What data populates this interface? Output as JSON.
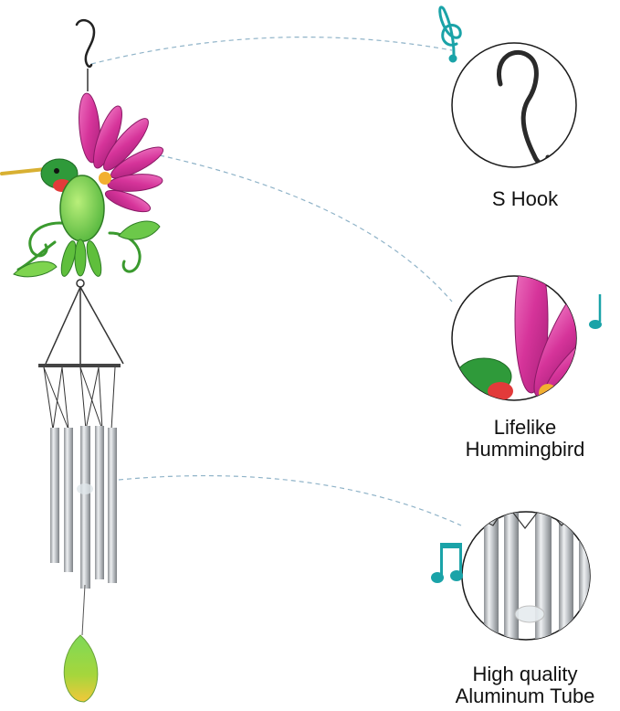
{
  "callouts": [
    {
      "label": "S Hook"
    },
    {
      "label_line1": "Lifelike",
      "label_line2": "Hummingbird"
    },
    {
      "label_line1": "High quality",
      "label_line2": "Aluminum Tube"
    }
  ],
  "colors": {
    "teal_note": "#1aa3a8",
    "petal_pink": "#d6349a",
    "bird_green": "#3fae3a",
    "tube_silver": "#c8ccd0",
    "connector_line": "#8fb3c8"
  },
  "icons": [
    "treble-clef-icon",
    "music-note-icon",
    "beamed-notes-icon"
  ]
}
